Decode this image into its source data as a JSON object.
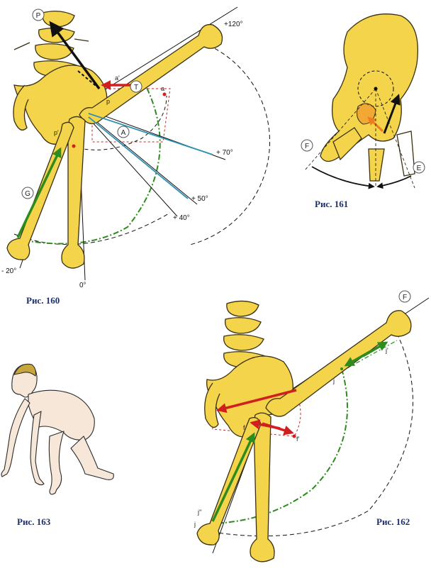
{
  "figures": {
    "fig160": {
      "caption": "Рис. 160",
      "angles": [
        "+120°",
        "+ 70°",
        "+ 50°",
        "+ 40°",
        "- 20°",
        "0°"
      ],
      "muscle_labels": [
        "P",
        "T",
        "A",
        "G"
      ],
      "point_labels": [
        "a",
        "a'",
        "p",
        "p'",
        "p"
      ]
    },
    "fig161": {
      "caption": "Рис. 161",
      "muscle_labels": [
        "F",
        "E"
      ]
    },
    "fig162": {
      "caption": "Рис. 162",
      "muscle_labels": [
        "F"
      ],
      "point_labels": [
        "j'",
        "j",
        "f",
        "f'",
        "j''",
        "j"
      ]
    },
    "fig163": {
      "caption": "Рис. 163"
    }
  },
  "colors": {
    "bone": "#f3d44a",
    "bone_outline": "#3a2f10",
    "muscle_green": "#2e8b1e",
    "muscle_red": "#d11f1f",
    "muscle_blue": "#2f8fb3",
    "muscle_black": "#111111",
    "muscle_orange": "#f07d1b",
    "caption": "#1c2f6b"
  }
}
